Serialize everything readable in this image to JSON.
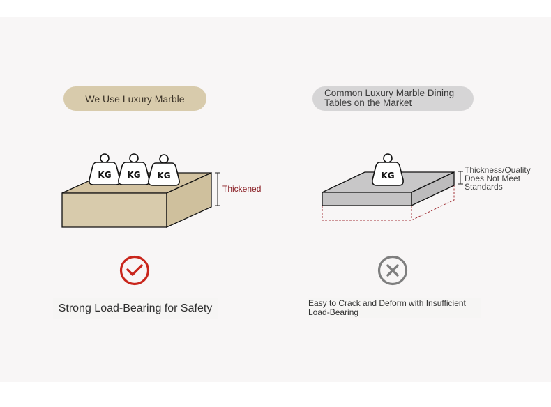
{
  "left_column": {
    "heading": "We Use Luxury Marble",
    "dimension_label": "Thickened",
    "weights": [
      "KG",
      "KG",
      "KG"
    ],
    "status_icon": "check-circle-icon",
    "caption": "Strong Load-Bearing for Safety"
  },
  "right_column": {
    "heading_line1": "Common Luxury Marble Dining",
    "heading_line2": "Tables on the Market",
    "dimension_label_line1": "Thickness/Quality",
    "dimension_label_line2": "Does Not Meet",
    "dimension_label_line3": "Standards",
    "weights": [
      "KG"
    ],
    "status_icon": "x-circle-icon",
    "caption_line1": "Easy to Crack and Deform with Insufficient",
    "caption_line2": "Load-Bearing"
  },
  "colors": {
    "beige_slab": "#d8cbac",
    "gray_slab": "#c8c7c8",
    "accent_red": "#c9261c",
    "neutral_gray": "#7f7f7f",
    "dashed_red": "#a3343a"
  }
}
